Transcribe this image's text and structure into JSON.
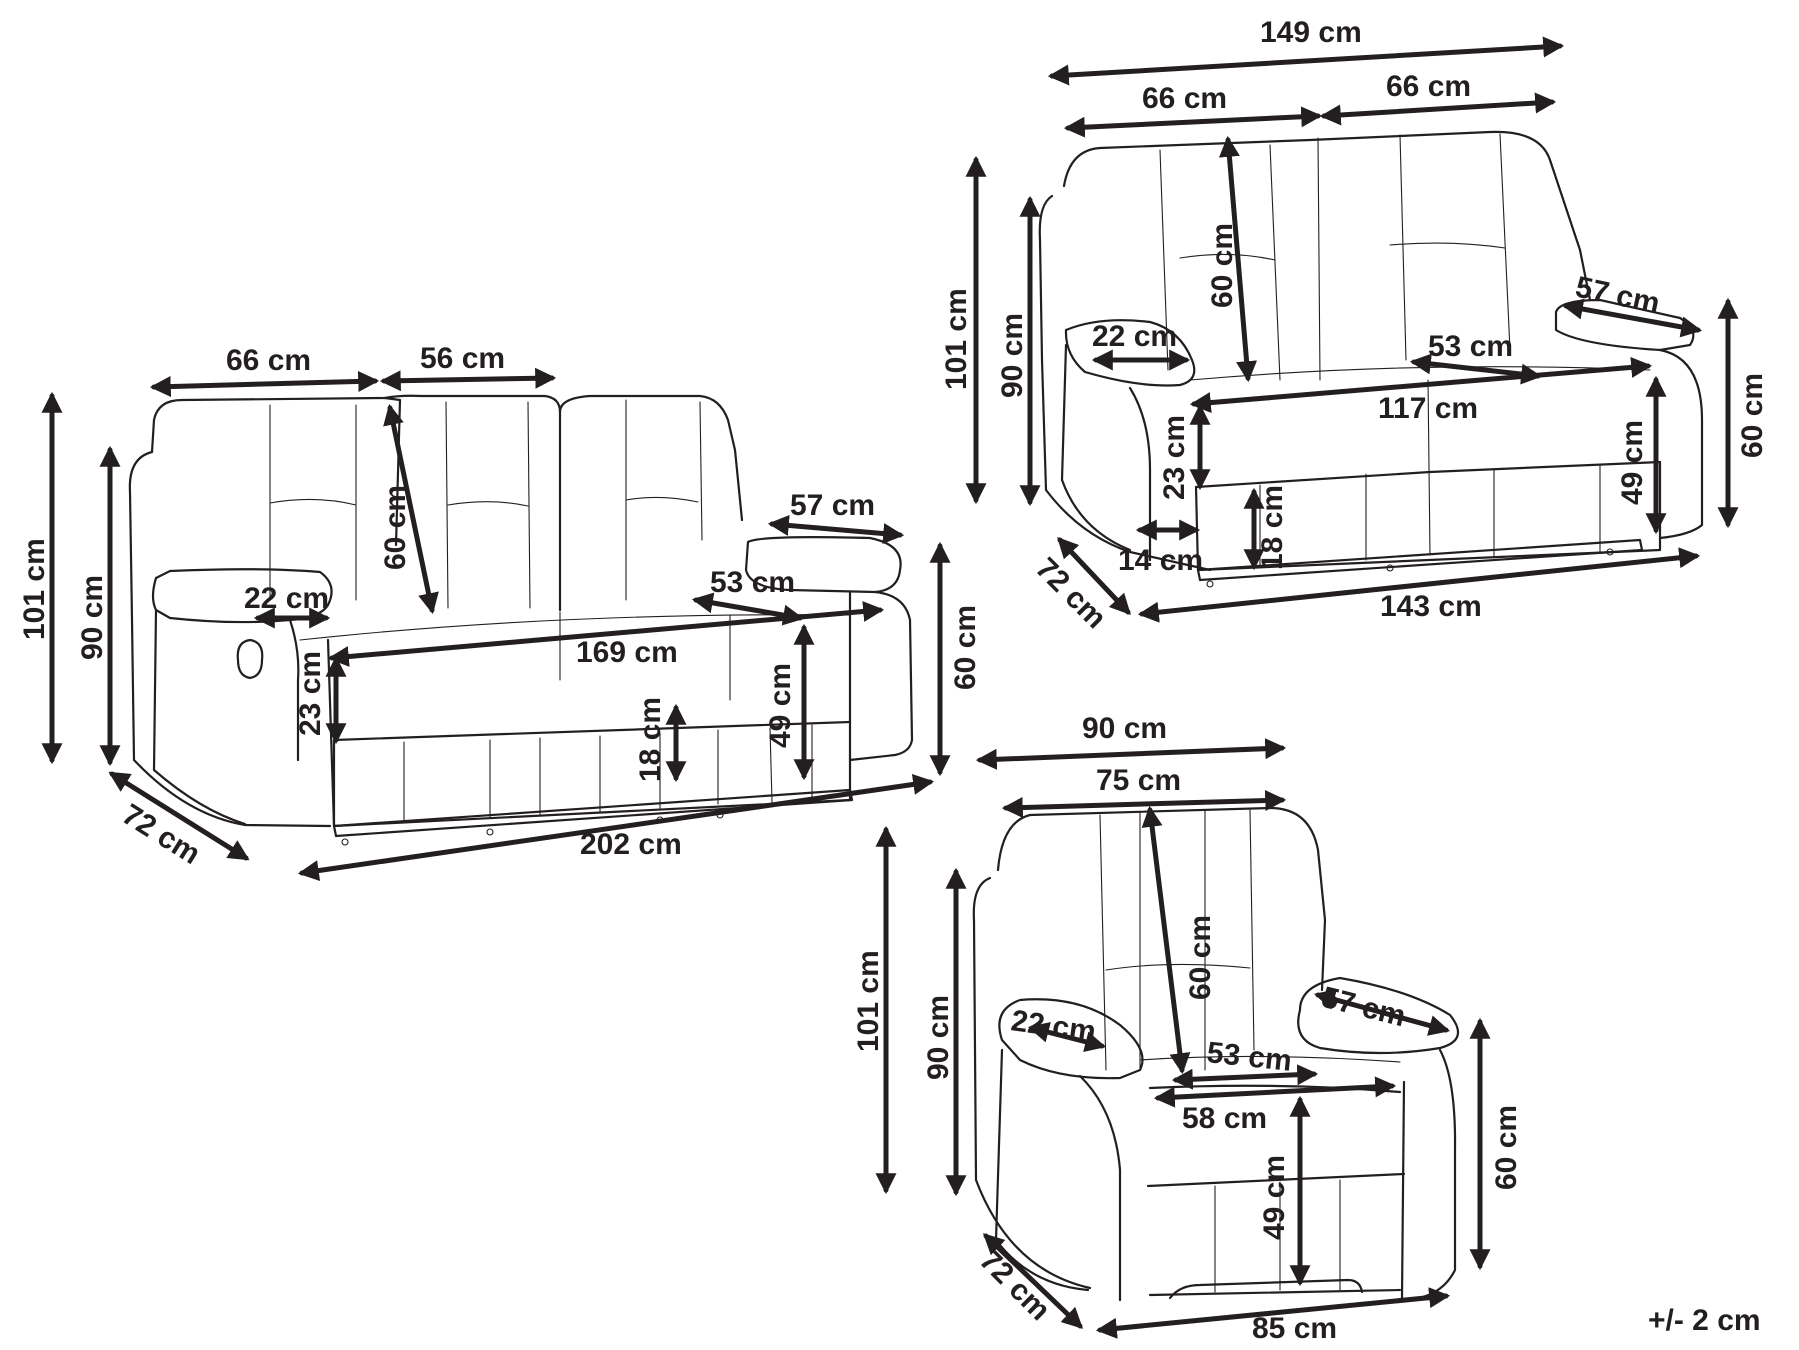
{
  "colors": {
    "line": "#231f20",
    "background": "#ffffff"
  },
  "sofa3": {
    "seat_width_outer": "66 cm",
    "seat_width_middle": "56 cm",
    "back_height": "60 cm",
    "armrest_depth": "57 cm",
    "armrest_width": "22 cm",
    "seat_depth": "53 cm",
    "seat_width_total": "169 cm",
    "total_height": "101 cm",
    "back_height_front": "90 cm",
    "arm_height": "60 cm",
    "seat_thickness": "23 cm",
    "seat_height": "49 cm",
    "footrest_height": "18 cm",
    "depth": "72 cm",
    "width": "202 cm"
  },
  "sofa2": {
    "total_width_top": "149 cm",
    "seat_width_left": "66 cm",
    "seat_width_right": "66 cm",
    "back_height": "60 cm",
    "total_height": "101 cm",
    "back_height_front": "90 cm",
    "armrest_depth": "57 cm",
    "armrest_width": "22 cm",
    "seat_depth": "53 cm",
    "seat_width_total": "117 cm",
    "seat_thickness": "23 cm",
    "seat_height": "49 cm",
    "arm_height": "60 cm",
    "footrest_height": "18 cm",
    "leg_width": "14 cm",
    "depth": "72 cm",
    "width": "143 cm"
  },
  "chair": {
    "total_width_top": "90 cm",
    "back_width": "75 cm",
    "back_height": "60 cm",
    "total_height": "101 cm",
    "back_height_front": "90 cm",
    "armrest_width": "22 cm",
    "armrest_depth": "57 cm",
    "seat_depth": "53 cm",
    "seat_width": "58 cm",
    "seat_height": "49 cm",
    "arm_height": "60 cm",
    "depth": "72 cm",
    "width": "85 cm"
  },
  "tolerance": "+/- 2 cm"
}
